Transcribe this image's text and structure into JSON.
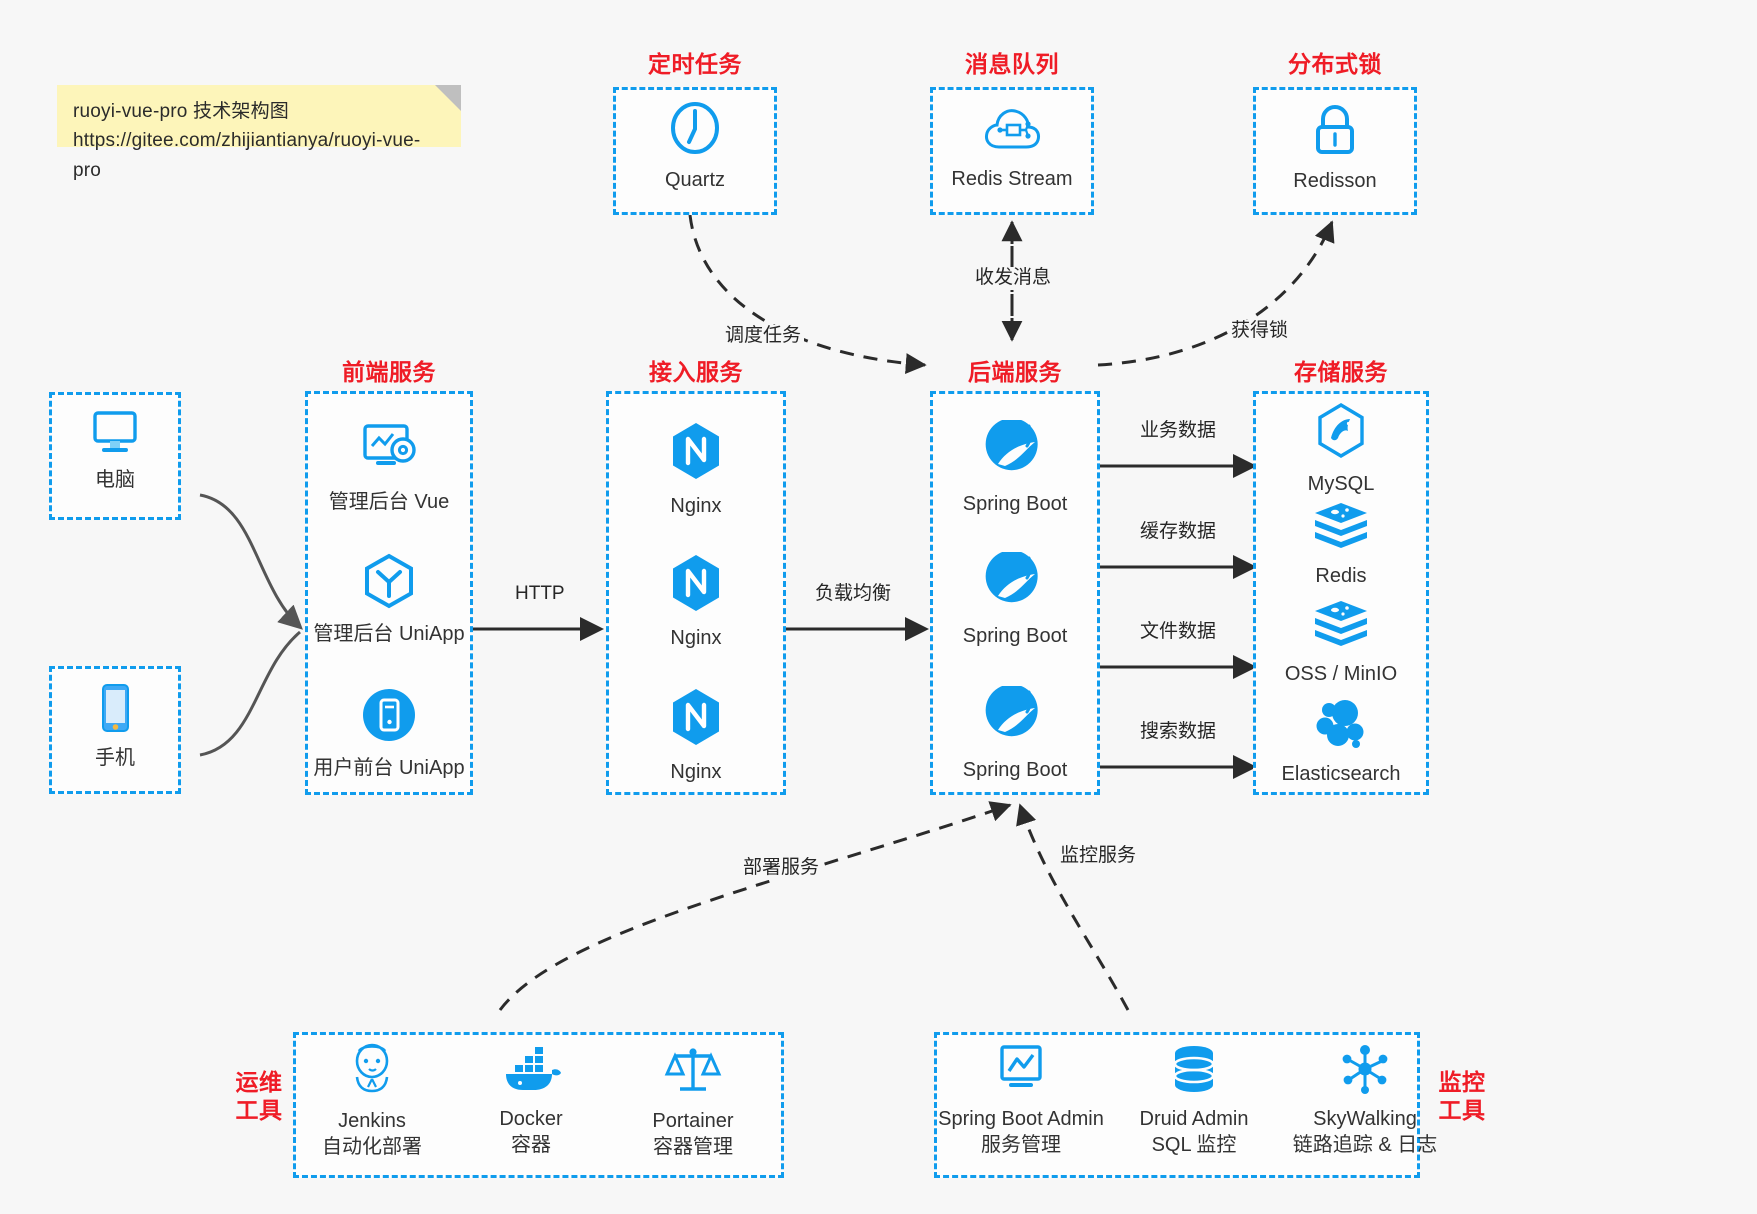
{
  "note": {
    "line1": "ruoyi-vue-pro 技术架构图",
    "line2": "https://gitee.com/zhijiantianya/ruoyi-vue-pro"
  },
  "colors": {
    "accent_blue": "#109ced",
    "title_red": "#ef1c26",
    "note_yellow": "#fdf5ba",
    "arrow_dark": "#2b2b2b",
    "canvas": "#f7f7f7"
  },
  "groups": {
    "scheduled_task": {
      "title": "定时任务",
      "nodes": [
        {
          "icon": "clock-icon",
          "label": "Quartz"
        }
      ]
    },
    "message_queue": {
      "title": "消息队列",
      "nodes": [
        {
          "icon": "cloud-stream-icon",
          "label": "Redis Stream"
        }
      ]
    },
    "distributed_lock": {
      "title": "分布式锁",
      "nodes": [
        {
          "icon": "lock-icon",
          "label": "Redisson"
        }
      ]
    },
    "client_pc": {
      "nodes": [
        {
          "icon": "desktop-icon",
          "label": "电脑"
        }
      ]
    },
    "client_phone": {
      "nodes": [
        {
          "icon": "mobile-icon",
          "label": "手机"
        }
      ]
    },
    "frontend": {
      "title": "前端服务",
      "nodes": [
        {
          "icon": "dashboard-vue-icon",
          "label": "管理后台 Vue"
        },
        {
          "icon": "uniapp-hex-icon",
          "label": "管理后台 UniApp"
        },
        {
          "icon": "mobile-circle-icon",
          "label": "用户前台 UniApp"
        }
      ]
    },
    "gateway": {
      "title": "接入服务",
      "nodes": [
        {
          "icon": "nginx-icon",
          "label": "Nginx"
        },
        {
          "icon": "nginx-icon",
          "label": "Nginx"
        },
        {
          "icon": "nginx-icon",
          "label": "Nginx"
        }
      ]
    },
    "backend": {
      "title": "后端服务",
      "nodes": [
        {
          "icon": "spring-boot-icon",
          "label": "Spring Boot"
        },
        {
          "icon": "spring-boot-icon",
          "label": "Spring Boot"
        },
        {
          "icon": "spring-boot-icon",
          "label": "Spring Boot"
        }
      ]
    },
    "storage": {
      "title": "存储服务",
      "nodes": [
        {
          "icon": "mysql-icon",
          "label": "MySQL"
        },
        {
          "icon": "redis-icon",
          "label": "Redis"
        },
        {
          "icon": "oss-minio-icon",
          "label": "OSS / MinIO"
        },
        {
          "icon": "elasticsearch-icon",
          "label": "Elasticsearch"
        }
      ]
    },
    "devops": {
      "title": "运维\n工具",
      "title_l1": "运维",
      "title_l2": "工具",
      "nodes": [
        {
          "icon": "jenkins-icon",
          "label": "Jenkins",
          "sub": "自动化部署"
        },
        {
          "icon": "docker-icon",
          "label": "Docker",
          "sub": "容器"
        },
        {
          "icon": "portainer-icon",
          "label": "Portainer",
          "sub": "容器管理"
        }
      ]
    },
    "monitoring": {
      "title_l1": "监控",
      "title_l2": "工具",
      "nodes": [
        {
          "icon": "monitor-chart-icon",
          "label": "Spring Boot Admin",
          "sub": "服务管理"
        },
        {
          "icon": "database-stack-icon",
          "label": "Druid Admin",
          "sub": "SQL 监控"
        },
        {
          "icon": "skywalking-icon",
          "label": "SkyWalking",
          "sub": "链路追踪 & 日志"
        }
      ]
    }
  },
  "edges": {
    "schedule_task": "调度任务",
    "send_receive_message": "收发消息",
    "acquire_lock": "获得锁",
    "http": "HTTP",
    "load_balance": "负载均衡",
    "business_data": "业务数据",
    "cache_data": "缓存数据",
    "file_data": "文件数据",
    "search_data": "搜索数据",
    "deploy_service": "部署服务",
    "monitor_service": "监控服务"
  }
}
